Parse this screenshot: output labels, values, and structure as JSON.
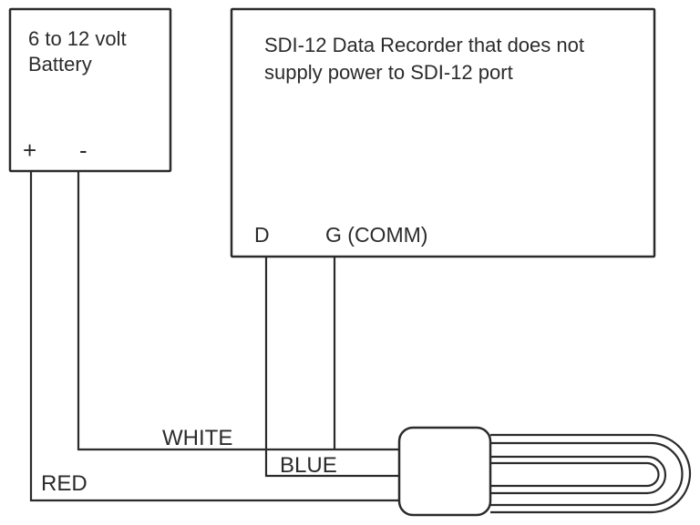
{
  "battery": {
    "line1": "6 to 12 volt",
    "line2": "Battery",
    "terminal_positive": "+",
    "terminal_negative": "-"
  },
  "recorder": {
    "line1": "SDI-12 Data Recorder that does not",
    "line2": "supply power to SDI-12 port",
    "terminal_data": "D",
    "terminal_ground": "G (COMM)"
  },
  "wire_labels": {
    "white": "WHITE",
    "blue": "BLUE",
    "red": "RED"
  },
  "colors": {
    "line": "#2b2b2b",
    "background": "#ffffff"
  }
}
